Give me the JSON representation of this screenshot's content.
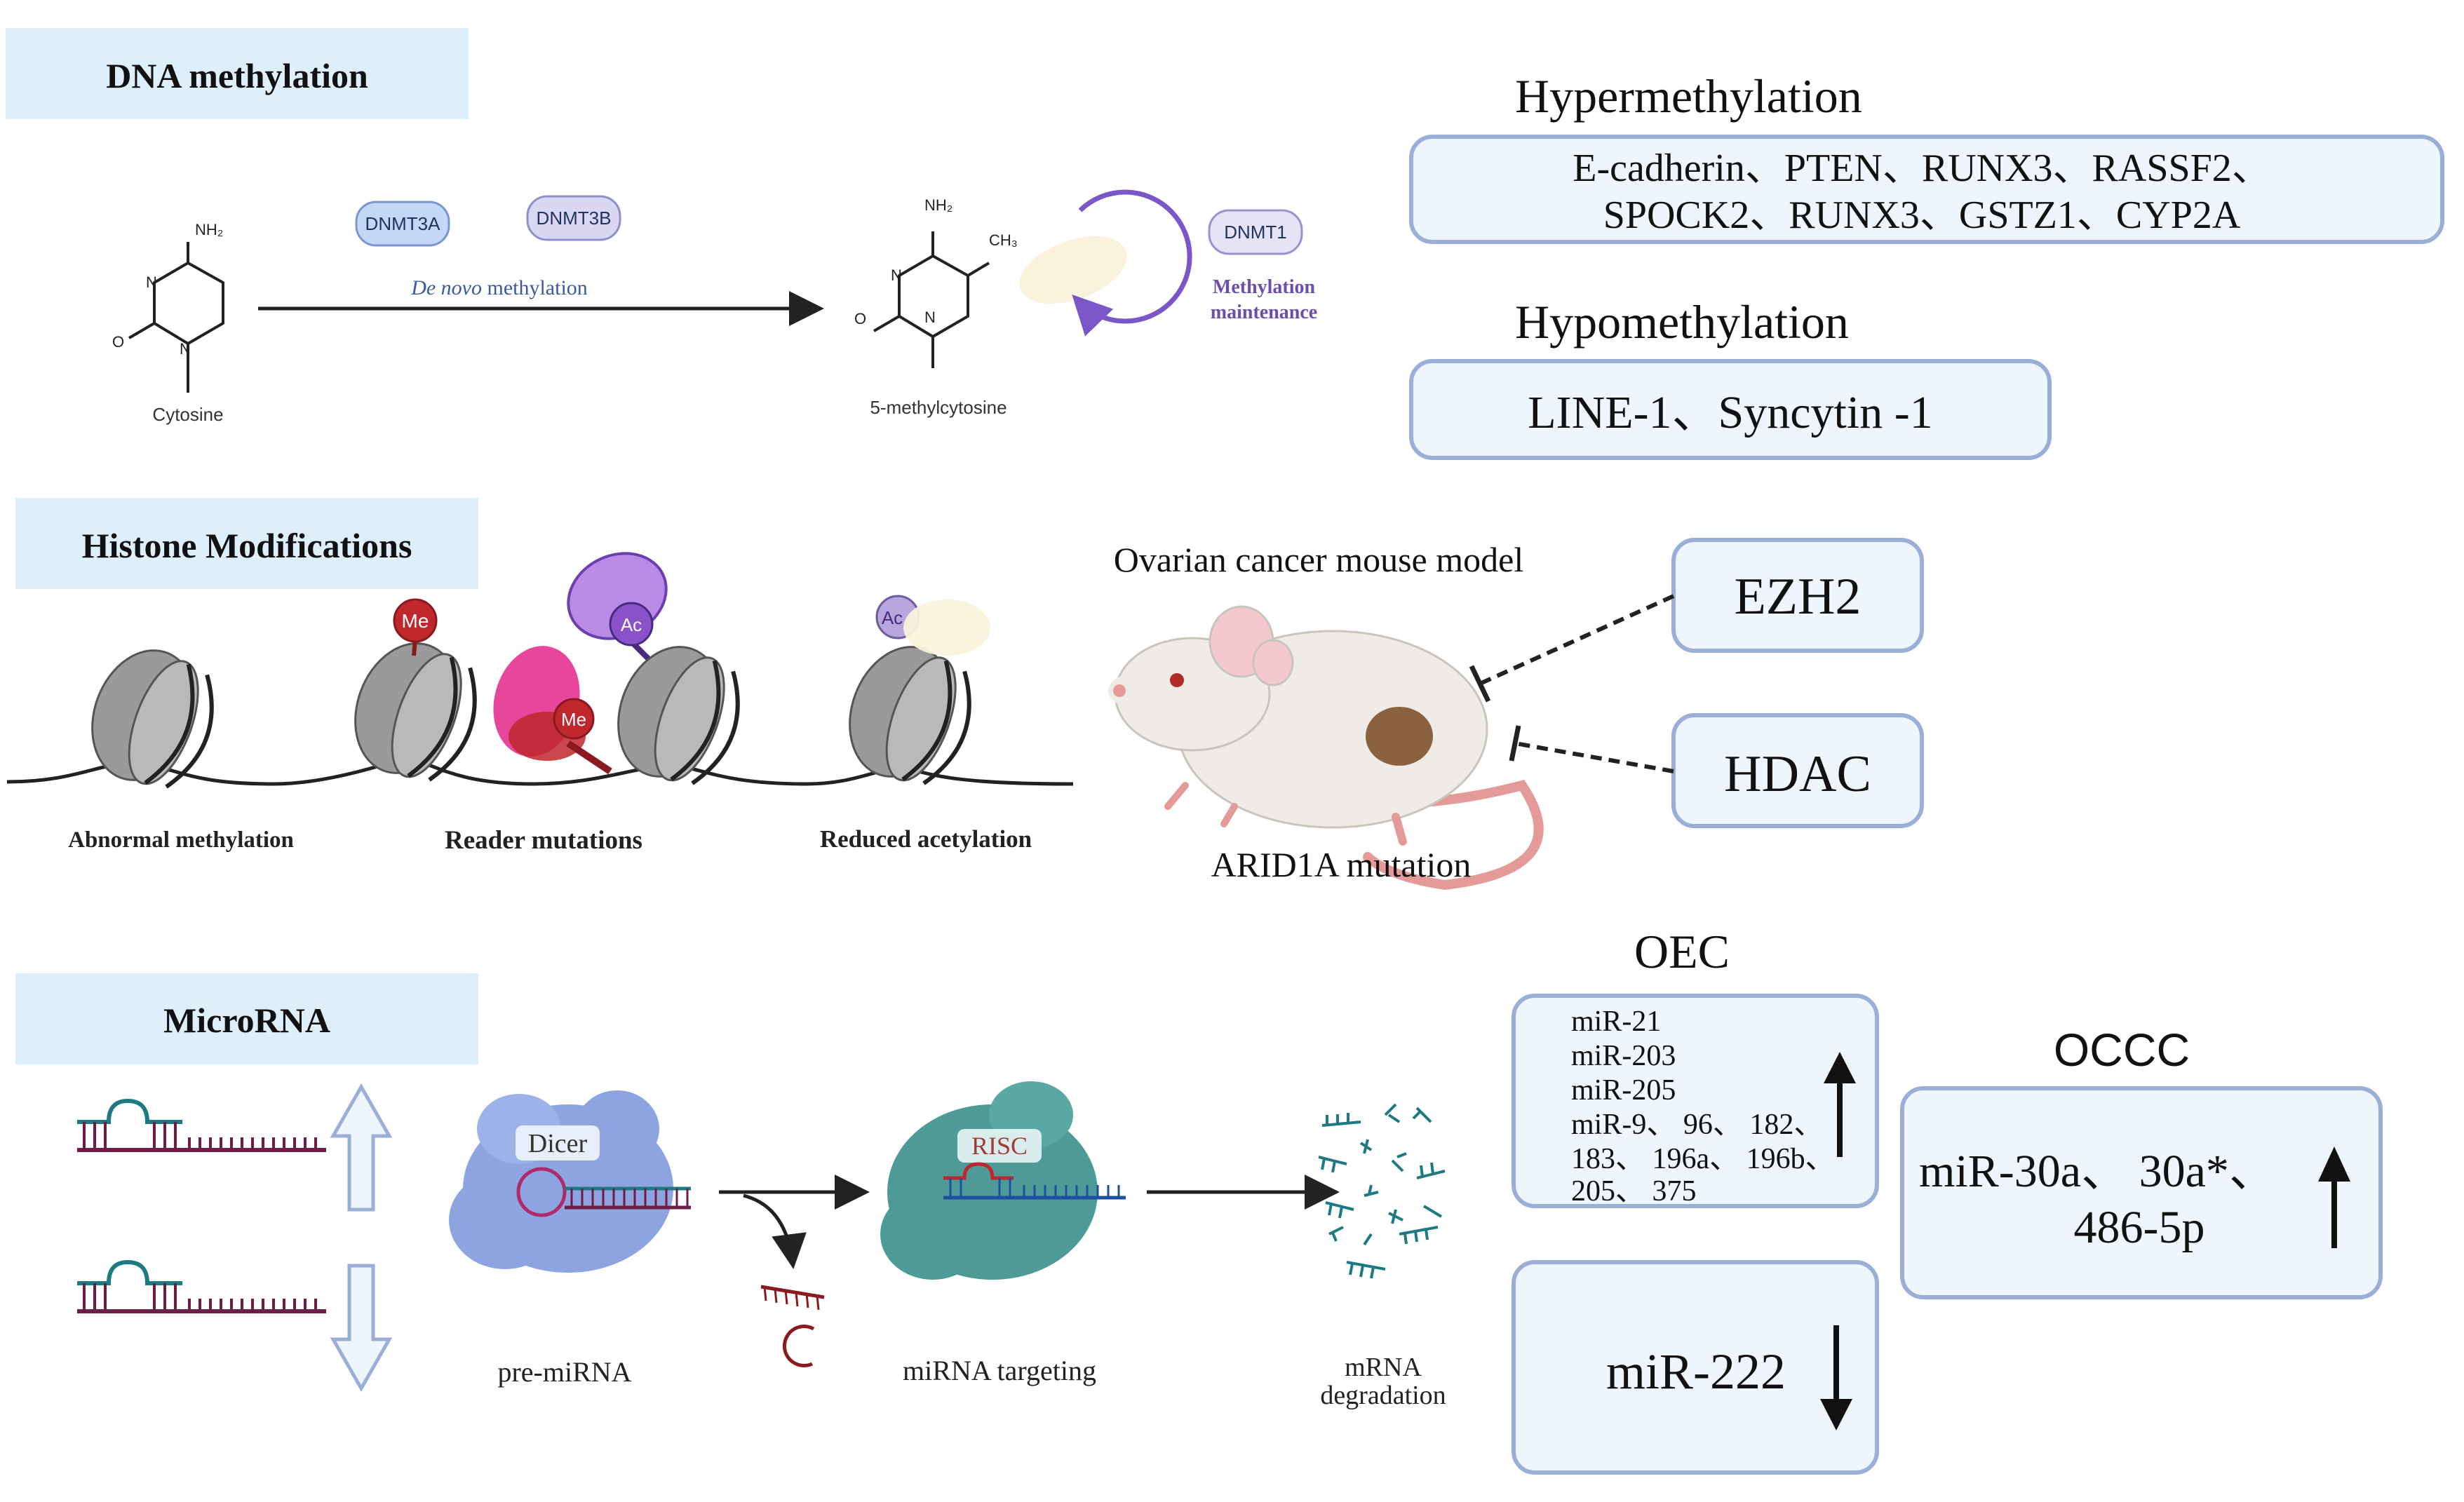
{
  "sections": {
    "dna_methylation": "DNA methylation",
    "histone_modifications": "Histone Modifications",
    "microrna": "MicroRNA"
  },
  "dna": {
    "nh2_label": "NH₂",
    "ch3_label": "CH₃",
    "n_label": "N",
    "o_label": "O",
    "cytosine_label": "Cytosine",
    "methylcytosine_label": "5-methylcytosine",
    "dnmt3a": "DNMT3A",
    "dnmt3b": "DNMT3B",
    "dnmt1": "DNMT1",
    "de_novo_italic": "De novo",
    "de_novo_rest": " methylation",
    "maintenance_line1": "Methylation",
    "maintenance_line2": "maintenance"
  },
  "hypermethylation": {
    "title": "Hypermethylation",
    "line1": "E-cadherin、PTEN、RUNX3、RASSF2、",
    "line2": "SPOCK2、RUNX3、GSTZ1、CYP2A"
  },
  "hypomethylation": {
    "title": "Hypomethylation",
    "line1": "LINE-1、Syncytin -1"
  },
  "histone": {
    "me_label": "Me",
    "ac_label": "Ac",
    "abnormal": "Abnormal methylation",
    "reader": "Reader mutations",
    "reduced": "Reduced acetylation",
    "mouse_title": "Ovarian cancer mouse model",
    "mouse_caption": "ARID1A mutation",
    "ezh2": "EZH2",
    "hdac": "HDAC"
  },
  "microrna": {
    "dicer": "Dicer",
    "risc": "RISC",
    "pre_mirna": "pre-miRNA",
    "targeting": "miRNA targeting",
    "degradation_line1": "mRNA",
    "degradation_line2": "degradation"
  },
  "oec": {
    "title": "OEC",
    "up_lines": [
      "miR-21",
      "miR-203",
      "miR-205",
      "miR-9、 96、 182、",
      "183、 196a、 196b、",
      "205、 375"
    ],
    "down": "miR-222"
  },
  "occc": {
    "title": "OCCC",
    "line1": "miR-30a、 30a*、",
    "line2": "486-5p"
  },
  "colors": {
    "section_bg": "#deeefb",
    "box_fill": "#eef5fc",
    "box_stroke": "#9aaed8",
    "histone_gray": "#9a9a9a",
    "me_red": "#c0272d",
    "pink": "#e7469b",
    "purple": "#8a52c9",
    "dicer_blue": "#8da4e0",
    "risc_teal": "#4e9a97",
    "rna_teal": "#1e7a82",
    "rna_maroon": "#6f1d46",
    "arrow_purple": "#7a56c8"
  }
}
